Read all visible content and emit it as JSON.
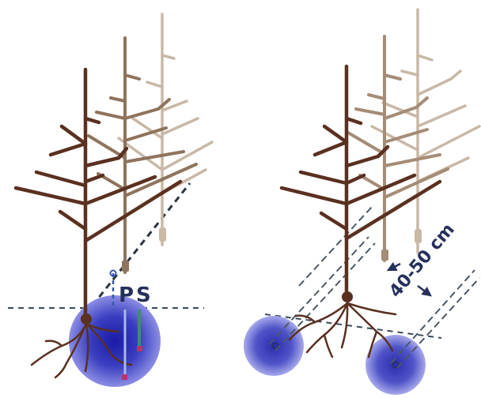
{
  "labels": {
    "p": "P",
    "s": "S",
    "spacing": "40-50 cm"
  },
  "colors": {
    "trunk_dark": "#5a3020",
    "trunk_mid": "#8a6a50",
    "trunk_light": "#b8a48e",
    "root_ball": "#3a3ec0",
    "dashed_line": "#3a4a5a",
    "marker_blue": "#3a5aa8",
    "marker_green": "#3f8a7a",
    "marker_pink": "#c0306a",
    "label_text": "#26305c"
  }
}
